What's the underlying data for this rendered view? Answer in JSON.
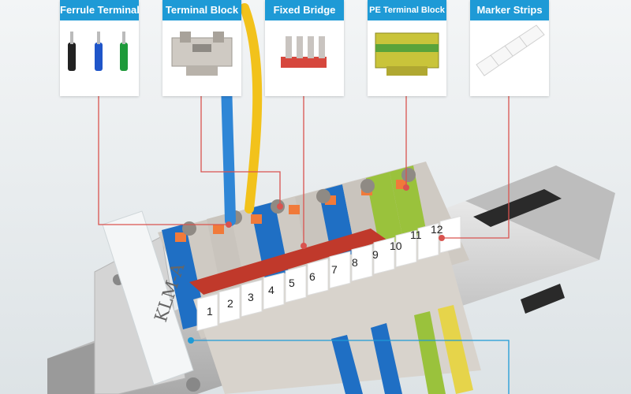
{
  "callouts": [
    {
      "label": "Ferrule Terminals",
      "icon": "ferrule-terminals-icon"
    },
    {
      "label": "Terminal Block",
      "icon": "terminal-block-icon"
    },
    {
      "label": "Fixed Bridge",
      "icon": "fixed-bridge-icon"
    },
    {
      "label": "PE Terminal Block",
      "icon": "pe-terminal-block-icon"
    },
    {
      "label": "Marker Strips",
      "icon": "marker-strips-icon"
    }
  ],
  "photo": {
    "end_plate_label": "KLM-A",
    "terminal_numbers": [
      "1",
      "2",
      "3",
      "4",
      "5",
      "6",
      "7",
      "8",
      "9",
      "10",
      "11",
      "12"
    ]
  },
  "colors": {
    "callout_header": "#1e9ad6",
    "leader_line": "#d9534f",
    "bridge": "#c0392b",
    "clamp": "#f07a3a",
    "terminal_blue": "#1f6fc4",
    "terminal_grey": "#c9c4bd",
    "pe_green_yellow": "#9ac23c"
  }
}
